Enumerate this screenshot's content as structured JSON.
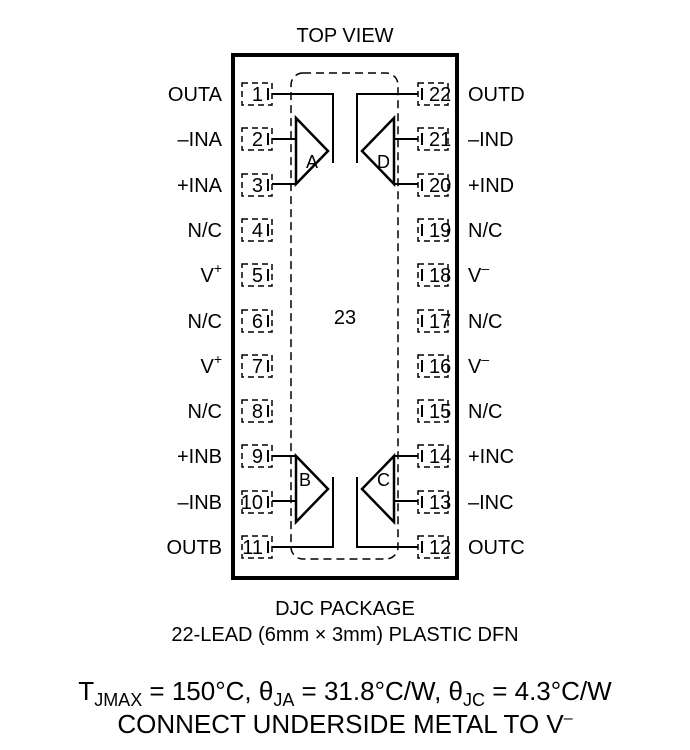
{
  "title": "TOP VIEW",
  "center_pad_label": "23",
  "package": {
    "line1": "DJC PACKAGE",
    "line2": "22-LEAD (6mm × 3mm) PLASTIC DFN"
  },
  "footer": {
    "thermal": {
      "t_base": "T",
      "t_sub": "JMAX",
      "t_val": " = 150°C, ",
      "ja_base": "θ",
      "ja_sub": "JA",
      "ja_val": " = 31.8°C/W, ",
      "jc_base": "θ",
      "jc_sub": "JC",
      "jc_val": " = 4.3°C/W"
    },
    "connect_text": "CONNECT UNDERSIDE METAL TO V",
    "connect_sup": "–"
  },
  "left_pins": [
    {
      "num": "1",
      "name": "OUTA",
      "sup": ""
    },
    {
      "num": "2",
      "name": "–INA",
      "sup": ""
    },
    {
      "num": "3",
      "name": "+INA",
      "sup": ""
    },
    {
      "num": "4",
      "name": "N/C",
      "sup": ""
    },
    {
      "num": "5",
      "name": "V",
      "sup": "+"
    },
    {
      "num": "6",
      "name": "N/C",
      "sup": ""
    },
    {
      "num": "7",
      "name": "V",
      "sup": "+"
    },
    {
      "num": "8",
      "name": "N/C",
      "sup": ""
    },
    {
      "num": "9",
      "name": "+INB",
      "sup": ""
    },
    {
      "num": "10",
      "name": "–INB",
      "sup": ""
    },
    {
      "num": "11",
      "name": "OUTB",
      "sup": ""
    }
  ],
  "right_pins": [
    {
      "num": "22",
      "name": "OUTD",
      "sup": ""
    },
    {
      "num": "21",
      "name": "–IND",
      "sup": ""
    },
    {
      "num": "20",
      "name": "+IND",
      "sup": ""
    },
    {
      "num": "19",
      "name": "N/C",
      "sup": ""
    },
    {
      "num": "18",
      "name": "V",
      "sup": "–"
    },
    {
      "num": "17",
      "name": "N/C",
      "sup": ""
    },
    {
      "num": "16",
      "name": "V",
      "sup": "–"
    },
    {
      "num": "15",
      "name": "N/C",
      "sup": ""
    },
    {
      "num": "14",
      "name": "+INC",
      "sup": ""
    },
    {
      "num": "13",
      "name": "–INC",
      "sup": ""
    },
    {
      "num": "12",
      "name": "OUTC",
      "sup": ""
    }
  ],
  "amplifiers": [
    "A",
    "B",
    "C",
    "D"
  ]
}
